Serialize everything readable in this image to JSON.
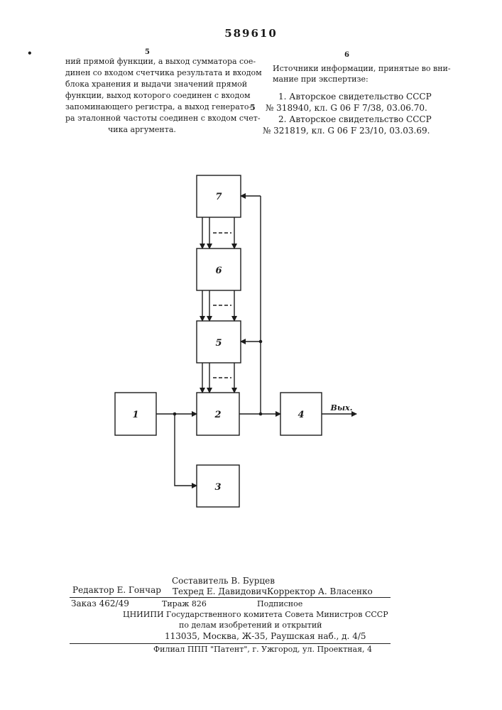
{
  "header": {
    "patent_number": "589610",
    "col_left_num": "5",
    "col_right_num": "6",
    "margin_line_num": "5"
  },
  "left_column": [
    "ний прямой функции, а выход сумматора сое-",
    "динен со входом счетчика результата и входом",
    "блока хранения и выдачи значений прямой",
    "функции, выход которого соединен с входом",
    "запоминающего регистра, а выход генерато-",
    "ра эталонной частоты соединен с входом счет-",
    "чика аргумента."
  ],
  "right_column": {
    "heading_line1": "Источники информации, принятые во вни-",
    "heading_line2": "мание при экспертизе:",
    "ref1_line1": "1. Авторское свидетельство СССР",
    "ref1_line2": "№ 318940, кл. G 06 F 7/38, 03.06.70.",
    "ref2_line1": "2. Авторское свидетельство СССР",
    "ref2_line2": "№ 321819, кл. G 06 F 23/10, 03.03.69."
  },
  "diagram": {
    "blocks": [
      "1",
      "2",
      "3",
      "4",
      "5",
      "6",
      "7"
    ],
    "output_label": "Вых."
  },
  "footer": {
    "compiler": "Составитель В. Бурцев",
    "editor": "Редактор Е. Гончар",
    "techred": "Техред Е. Давидович",
    "corrector": "Корректор А. Власенко",
    "order": "Заказ 462/49",
    "circulation": "Тираж 826",
    "subscription": "Подписное",
    "org_line1": "ЦНИИПИ Государственного комитета Совета Министров СССР",
    "org_line2": "по делам изобретений и открытий",
    "address": "113035, Москва, Ж-35, Раушская наб., д. 4/5",
    "branch": "Филиал ППП \"Патент\", г. Ужгород, ул. Проектная, 4"
  }
}
